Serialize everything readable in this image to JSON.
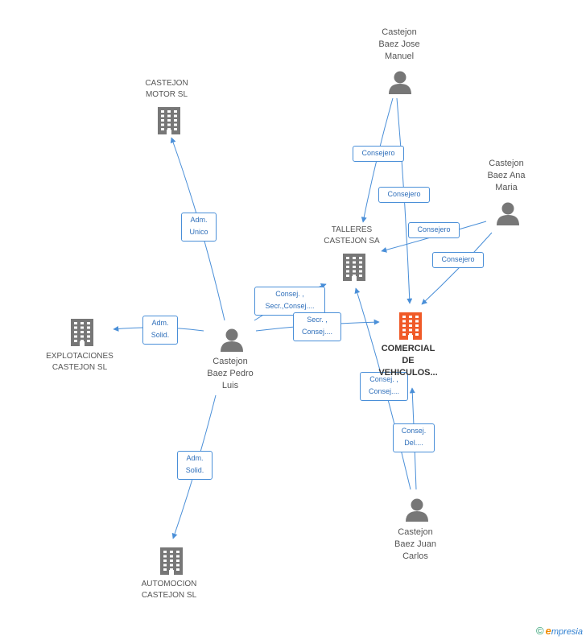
{
  "colors": {
    "edge": "#4a8fd8",
    "node": "#777777",
    "focus": "#f05a28"
  },
  "nodes": [
    {
      "id": "comercial",
      "kind": "company",
      "focus": true,
      "label": "COMERCIAL\nDE\nVEHICULOS..."
    },
    {
      "id": "talleres",
      "kind": "company",
      "label": "TALLERES\nCASTEJON SA"
    },
    {
      "id": "motor",
      "kind": "company",
      "label": "CASTEJON\nMOTOR  SL"
    },
    {
      "id": "explotaciones",
      "kind": "company",
      "label": "EXPLOTACIONES\nCASTEJON SL"
    },
    {
      "id": "automocion",
      "kind": "company",
      "label": "AUTOMOCION\nCASTEJON SL"
    },
    {
      "id": "jose",
      "kind": "person",
      "label": "Castejon\nBaez Jose\nManuel"
    },
    {
      "id": "ana",
      "kind": "person",
      "label": "Castejon\nBaez Ana\nMaria"
    },
    {
      "id": "pedro",
      "kind": "person",
      "label": "Castejon\nBaez Pedro\nLuis"
    },
    {
      "id": "juan",
      "kind": "person",
      "label": "Castejon\nBaez Juan\nCarlos"
    }
  ],
  "relations": [
    {
      "id": "jose-talleres",
      "label": "Consejero"
    },
    {
      "id": "jose-comercial",
      "label": "Consejero"
    },
    {
      "id": "ana-talleres",
      "label": "Consejero"
    },
    {
      "id": "ana-comercial",
      "label": "Consejero"
    },
    {
      "id": "pedro-motor",
      "label": "Adm.\nUnico"
    },
    {
      "id": "pedro-explotaciones",
      "label": "Adm.\nSolid."
    },
    {
      "id": "pedro-talleres",
      "label": "Consej. ,\nSecr.,Consej...."
    },
    {
      "id": "pedro-comercial",
      "label": "Secr. ,\nConsej...."
    },
    {
      "id": "pedro-automocion",
      "label": "Adm.\nSolid."
    },
    {
      "id": "juan-talleres",
      "label": "Consej. ,\nConsej...."
    },
    {
      "id": "juan-comercial",
      "label": "Consej.\nDel...."
    }
  ],
  "brand": {
    "copyright": "©",
    "name_initial": "e",
    "name_rest": "mpresia"
  }
}
